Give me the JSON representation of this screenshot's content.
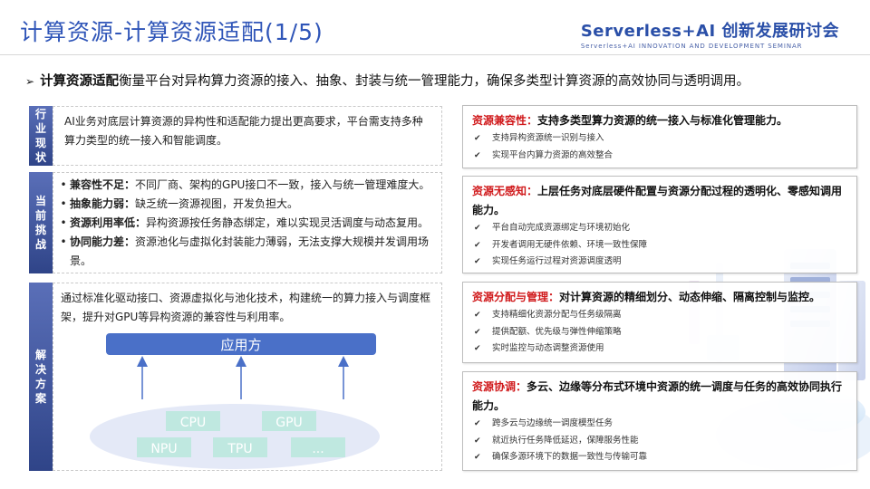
{
  "header": {
    "title": "计算资源-计算资源适配(1/5)",
    "brand_main": "Serverless+AI 创新发展研讨会",
    "brand_sub": "Serverless+AI INNOVATION AND DEVELOPMENT SEMINAR"
  },
  "intro": {
    "arrow": "➢",
    "bold": "计算资源适配",
    "rest": "衡量平台对异构算力资源的接入、抽象、封装与统一管理能力，确保多类型计算资源的高效协同与透明调用。"
  },
  "sections": {
    "industry": {
      "tab": "行业现状",
      "text": "AI业务对底层计算资源的异构性和适配能力提出更高要求，平台需支持多种算力类型的统一接入和智能调度。"
    },
    "challenges": {
      "tab": "当前挑战",
      "items": [
        {
          "term": "兼容性不足：",
          "text": "不同厂商、架构的GPU接口不一致，接入与统一管理难度大。"
        },
        {
          "term": "抽象能力弱：",
          "text": "缺乏统一资源视图，开发负担大。"
        },
        {
          "term": "资源利用率低：",
          "text": "异构资源按任务静态绑定，难以实现灵活调度与动态复用。"
        },
        {
          "term": "协同能力差：",
          "text": "资源池化与虚拟化封装能力薄弱，无法支撑大规模并发调用场景。"
        }
      ]
    },
    "solution": {
      "tab": "解决方案",
      "text": "通过标准化驱动接口、资源虚拟化与池化技术，构建统一的算力接入与调度框架，提升对GPU等异构资源的兼容性与利用率。",
      "app_label": "应用方",
      "resources": [
        "CPU",
        "GPU",
        "NPU",
        "TPU",
        "..."
      ]
    }
  },
  "cards": [
    {
      "title_hl": "资源兼容性：",
      "title_rest": "支持多类型算力资源的统一接入与标准化管理能力。",
      "items": [
        "支持异构资源统一识别与接入",
        "实现平台内算力资源的高效整合"
      ]
    },
    {
      "title_hl": "资源无感知：",
      "title_rest": "上层任务对底层硬件配置与资源分配过程的透明化、零感知调用能力。",
      "items": [
        "平台自动完成资源绑定与环境初始化",
        "开发者调用无硬件依赖、环境一致性保障",
        "实现任务运行过程对资源调度透明"
      ]
    },
    {
      "title_hl": "资源分配与管理：",
      "title_rest": "对计算资源的精细划分、动态伸缩、隔离控制与监控。",
      "items": [
        "支持精细化资源分配与任务级隔离",
        "提供配额、优先级与弹性伸缩策略",
        "实时监控与动态调整资源使用"
      ]
    },
    {
      "title_hl": "资源协调：",
      "title_rest": "多云、边缘等分布式环境中资源的统一调度与任务的高效协同执行能力。",
      "items": [
        "跨多云与边缘统一调度模型任务",
        "就近执行任务降低延迟，保障服务性能",
        "确保多源环境下的数据一致性与传输可靠"
      ]
    }
  ],
  "colors": {
    "title": "#2f55b8",
    "highlight": "#d0191b",
    "tab": "#3a4f96",
    "app_bar": "#4a70c8",
    "chip": "#bfe8e0",
    "chip_text": "#ffffff"
  },
  "icons": [
    "arrow-bullet-icon",
    "check-icon",
    "server-illustration-icon",
    "cloud-illustration-icon"
  ]
}
